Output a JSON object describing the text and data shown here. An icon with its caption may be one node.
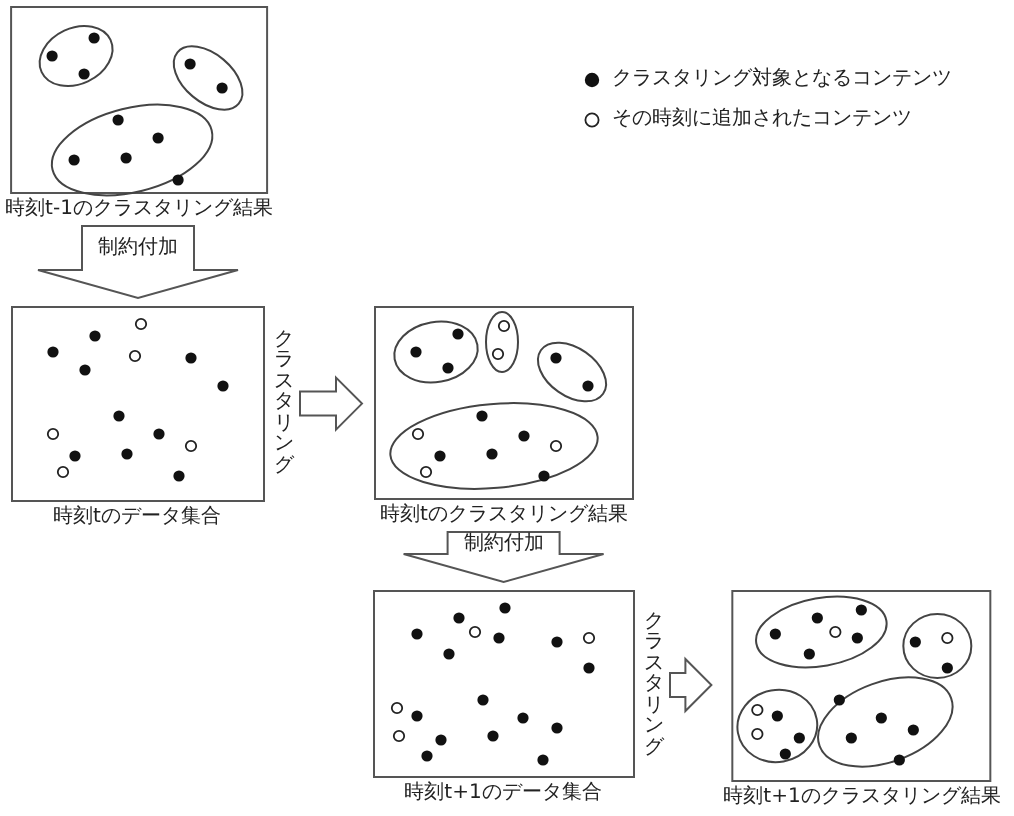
{
  "diagram": {
    "nodes": [
      {
        "text": [
          "時刻t-1のクラスタリング結果"
        ]
      },
      {
        "text": [
          "時刻tのデータ集合"
        ]
      },
      {
        "text": [
          "時刻tのクラスタリング結果"
        ]
      },
      {
        "text": [
          "時刻t+1のデータ集合"
        ]
      },
      {
        "text": [
          "時刻t+1のクラスタリング結果"
        ]
      }
    ],
    "edges": [
      {
        "from": 0,
        "to": 1,
        "arrow": "to",
        "label": "制約付加"
      },
      {
        "from": 1,
        "to": 2,
        "arrow": "to",
        "label": "クラスタリング"
      },
      {
        "from": 2,
        "to": 3,
        "arrow": "to",
        "label": "制約付加"
      },
      {
        "from": 3,
        "to": 4,
        "arrow": "to",
        "label": "クラスタリング"
      }
    ],
    "legend": [
      {
        "text": "クラスタリング対象となるコンテンツ"
      },
      {
        "text": "その時刻に追加されたコンテンツ"
      }
    ]
  }
}
